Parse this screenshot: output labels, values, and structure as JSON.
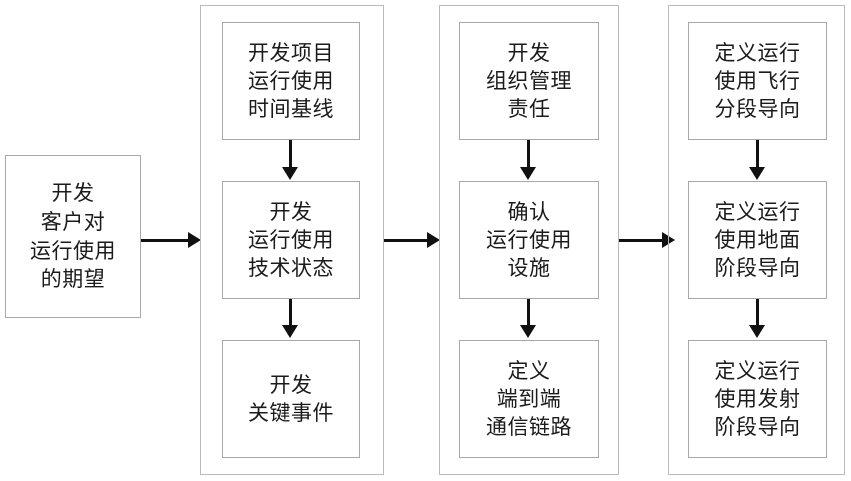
{
  "diagram": {
    "type": "flowchart",
    "orientation": "left-to-right with vertical sub-chains",
    "background_color": "#ffffff",
    "line_color": "#111111",
    "box_border_color": "#a8a8a8",
    "group_border_color": "#b9b9b9",
    "columns": [
      {
        "id": "col-1",
        "grouped": false,
        "nodes": [
          {
            "id": "n1",
            "text": "开发\n客户对\n运行使用\n的期望"
          }
        ]
      },
      {
        "id": "col-2",
        "grouped": true,
        "nodes": [
          {
            "id": "n2",
            "text": "开发项目\n运行使用\n时间基线"
          },
          {
            "id": "n3",
            "text": "开发\n运行使用\n技术状态"
          },
          {
            "id": "n4",
            "text": "开发\n关键事件"
          }
        ]
      },
      {
        "id": "col-3",
        "grouped": true,
        "nodes": [
          {
            "id": "n5",
            "text": "开发\n组织管理\n责任"
          },
          {
            "id": "n6",
            "text": "确认\n运行使用\n设施"
          },
          {
            "id": "n7",
            "text": "定义\n端到端\n通信链路"
          }
        ]
      },
      {
        "id": "col-4",
        "grouped": true,
        "nodes": [
          {
            "id": "n8",
            "text": "定义运行\n使用飞行\n分段导向"
          },
          {
            "id": "n9",
            "text": "定义运行\n使用地面\n阶段导向"
          },
          {
            "id": "n10",
            "text": "定义运行\n使用发射\n阶段导向"
          }
        ]
      }
    ],
    "connectors": [
      {
        "id": "h1",
        "from": "n1",
        "to": "col-2",
        "direction": "right"
      },
      {
        "id": "h2",
        "from": "col-2",
        "to": "col-3",
        "direction": "right"
      },
      {
        "id": "h3",
        "from": "col-3",
        "to": "col-4",
        "direction": "right"
      },
      {
        "id": "v1",
        "from": "n2",
        "to": "n3",
        "direction": "down"
      },
      {
        "id": "v2",
        "from": "n3",
        "to": "n4",
        "direction": "down"
      },
      {
        "id": "v3",
        "from": "n5",
        "to": "n6",
        "direction": "down"
      },
      {
        "id": "v4",
        "from": "n6",
        "to": "n7",
        "direction": "down"
      },
      {
        "id": "v5",
        "from": "n8",
        "to": "n9",
        "direction": "down"
      },
      {
        "id": "v6",
        "from": "n9",
        "to": "n10",
        "direction": "down"
      }
    ]
  }
}
